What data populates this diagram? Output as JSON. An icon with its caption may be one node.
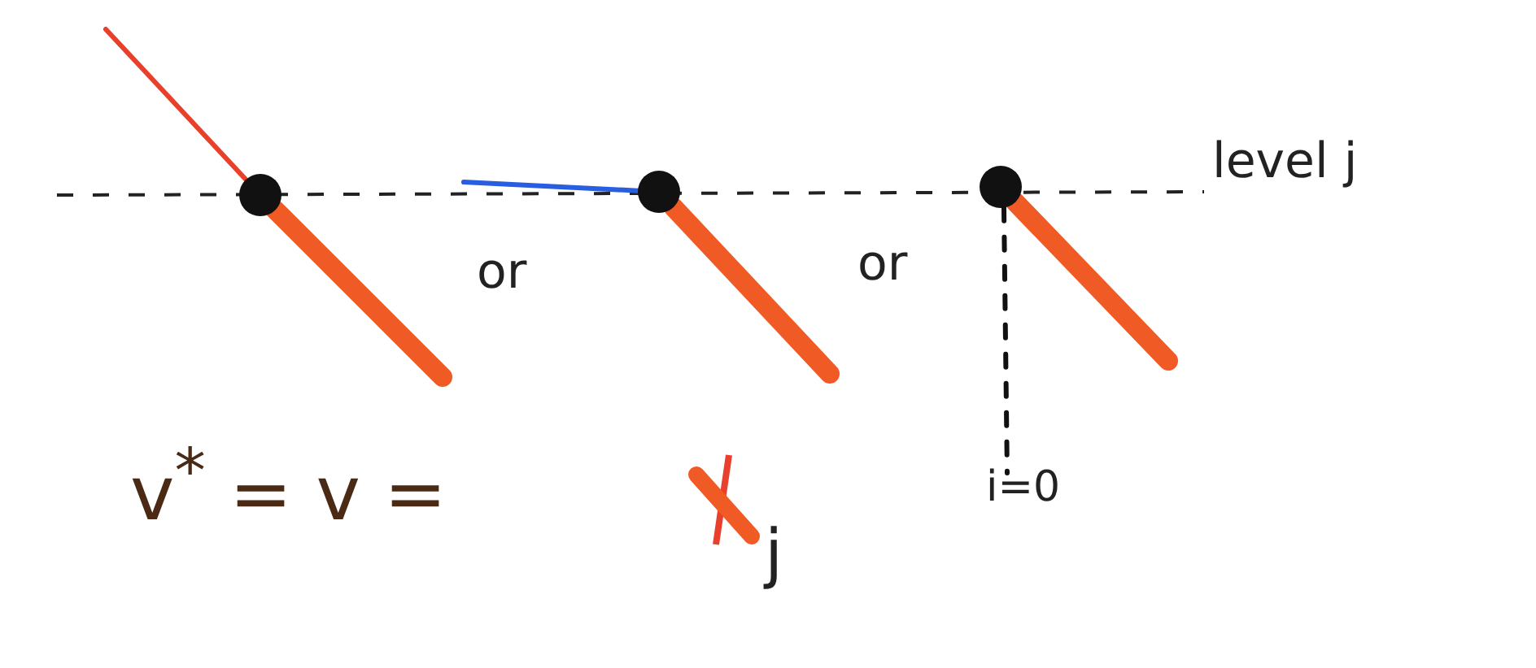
{
  "diagram": {
    "nodes": [
      {
        "text": [],
        "shape": "circle"
      },
      {
        "text": [],
        "shape": "circle"
      },
      {
        "text": [],
        "shape": "circle"
      },
      {
        "text": [
          "i=0"
        ]
      }
    ],
    "edges": [
      {
        "from": null,
        "to": 0,
        "arrow": "none",
        "color": "#e8402a"
      },
      {
        "from": 0,
        "to": null,
        "arrow": "none",
        "style": "thick",
        "color": "#f05a24"
      },
      {
        "from": null,
        "to": 1,
        "arrow": "none",
        "color": "#2a5ee0"
      },
      {
        "from": 1,
        "to": null,
        "arrow": "none",
        "style": "thick",
        "color": "#f05a24"
      },
      {
        "from": 2,
        "to": null,
        "arrow": "none",
        "style": "thick",
        "color": "#f05a24"
      },
      {
        "from": 2,
        "to": 3,
        "arrow": "none",
        "style": "dashed",
        "color": "#111111"
      }
    ],
    "labels": [
      "or",
      "or",
      "level j",
      "v$^{*}$ = v =",
      "j"
    ]
  }
}
